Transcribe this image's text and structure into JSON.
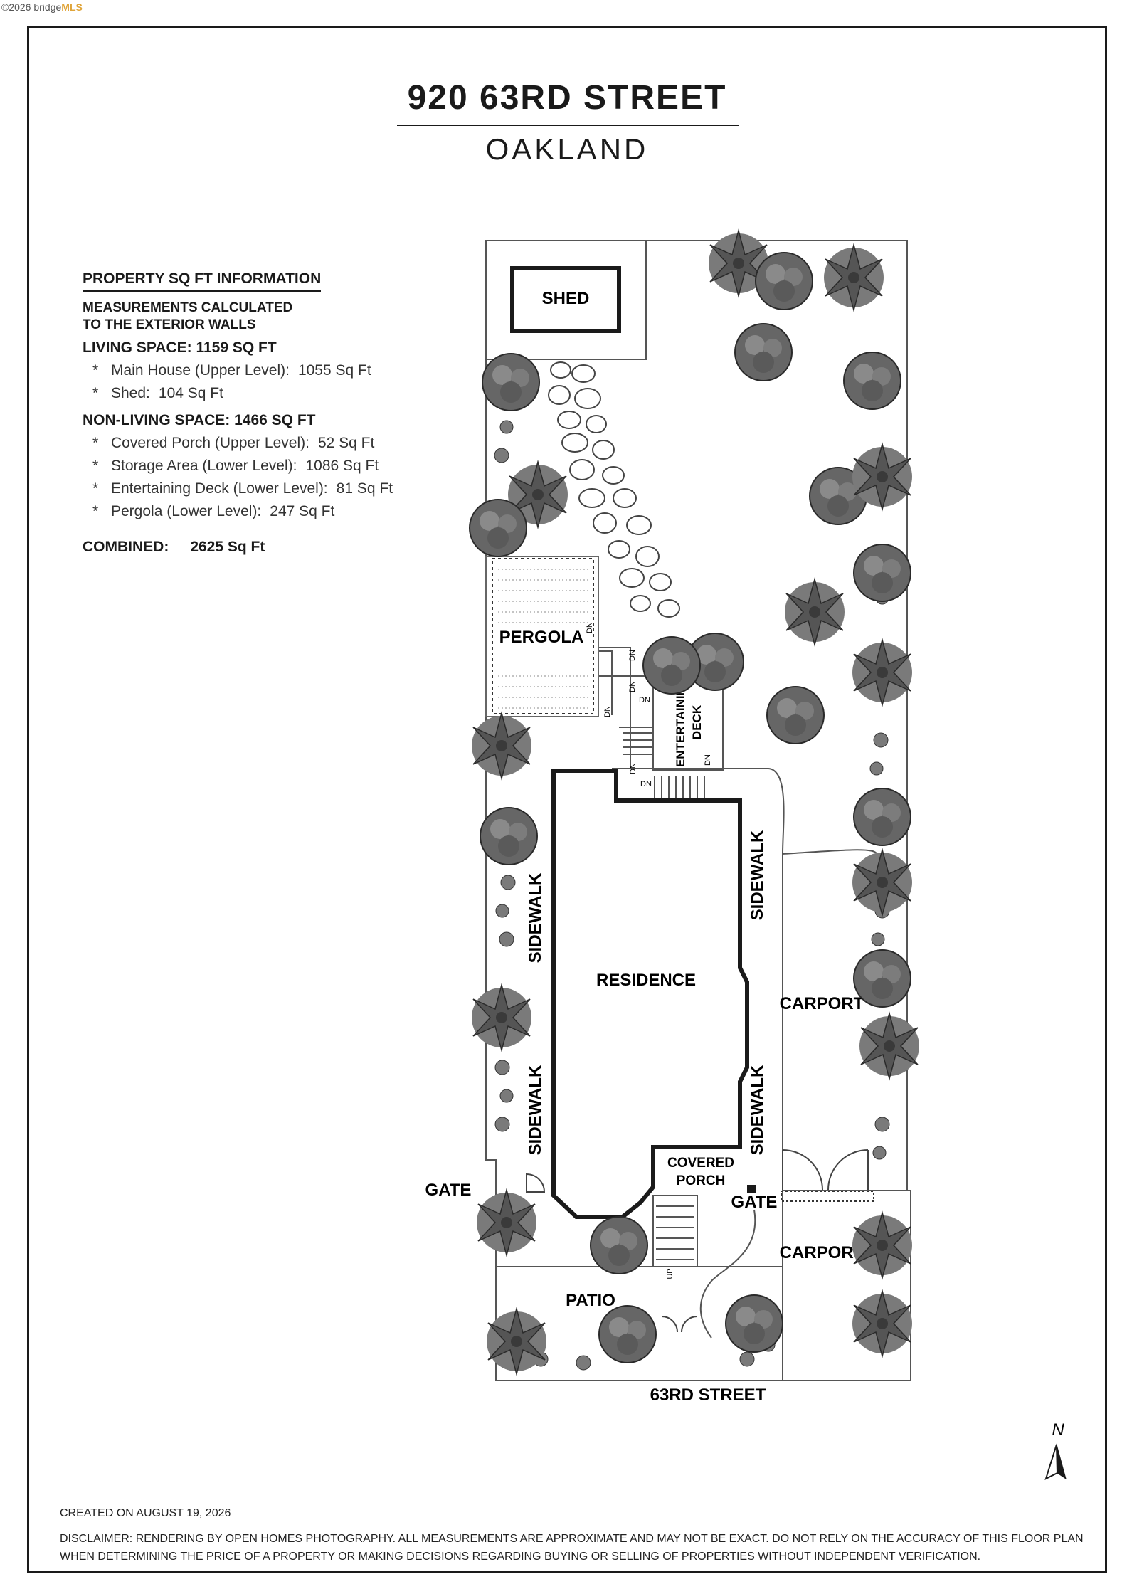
{
  "watermark": {
    "copyright": "©2026 bridge",
    "brand": "MLS"
  },
  "header": {
    "title": "920 63RD STREET",
    "subtitle": "OAKLAND"
  },
  "info": {
    "heading": "PROPERTY SQ FT INFORMATION",
    "note_line1": "MEASUREMENTS CALCULATED",
    "note_line2": "TO THE EXTERIOR WALLS",
    "living": {
      "title": "LIVING SPACE: 1159 SQ FT",
      "items": [
        {
          "label": "Main House (Upper Level):",
          "value": "1055 Sq Ft"
        },
        {
          "label": "Shed:",
          "value": "104 Sq Ft"
        }
      ]
    },
    "non_living": {
      "title": "NON-LIVING SPACE: 1466 SQ FT",
      "items": [
        {
          "label": "Covered Porch (Upper Level):",
          "value": "52 Sq Ft"
        },
        {
          "label": "Storage Area (Lower Level):",
          "value": "1086 Sq Ft"
        },
        {
          "label": "Entertaining Deck (Lower Level):",
          "value": "81 Sq Ft"
        },
        {
          "label": "Pergola (Lower Level):",
          "value": "247 Sq Ft"
        }
      ]
    },
    "combined_label": "COMBINED:",
    "combined_value": "2625  Sq Ft"
  },
  "plan": {
    "shed": "SHED",
    "pergola": "PERGOLA",
    "entertaining_1": "ENTERTAINING",
    "entertaining_2": "DECK",
    "residence": "RESIDENCE",
    "sidewalk": "SIDEWALK",
    "carport": "CARPORT",
    "covered_1": "COVERED",
    "covered_2": "PORCH",
    "gate": "GATE",
    "patio": "PATIO",
    "street": "63RD STREET",
    "dn": "DN",
    "up": "UP",
    "north": "N"
  },
  "footer": {
    "created": "CREATED ON AUGUST 19, 2026",
    "disclaimer_1": "DISCLAIMER: RENDERING BY OPEN HOMES PHOTOGRAPHY. ALL MEASUREMENTS ARE APPROXIMATE AND MAY NOT BE EXACT. DO NOT RELY ON THE ACCURACY OF THIS FLOOR PLAN",
    "disclaimer_2": "WHEN DETERMINING THE PRICE OF A PROPERTY OR MAKING DECISIONS REGARDING BUYING OR SELLING OF PROPERTIES WITHOUT INDEPENDENT VERIFICATION."
  },
  "colors": {
    "ink": "#1a1a1a",
    "plant": "#6d6d6d",
    "plant_dark": "#454545",
    "stone": "#ffffff"
  }
}
